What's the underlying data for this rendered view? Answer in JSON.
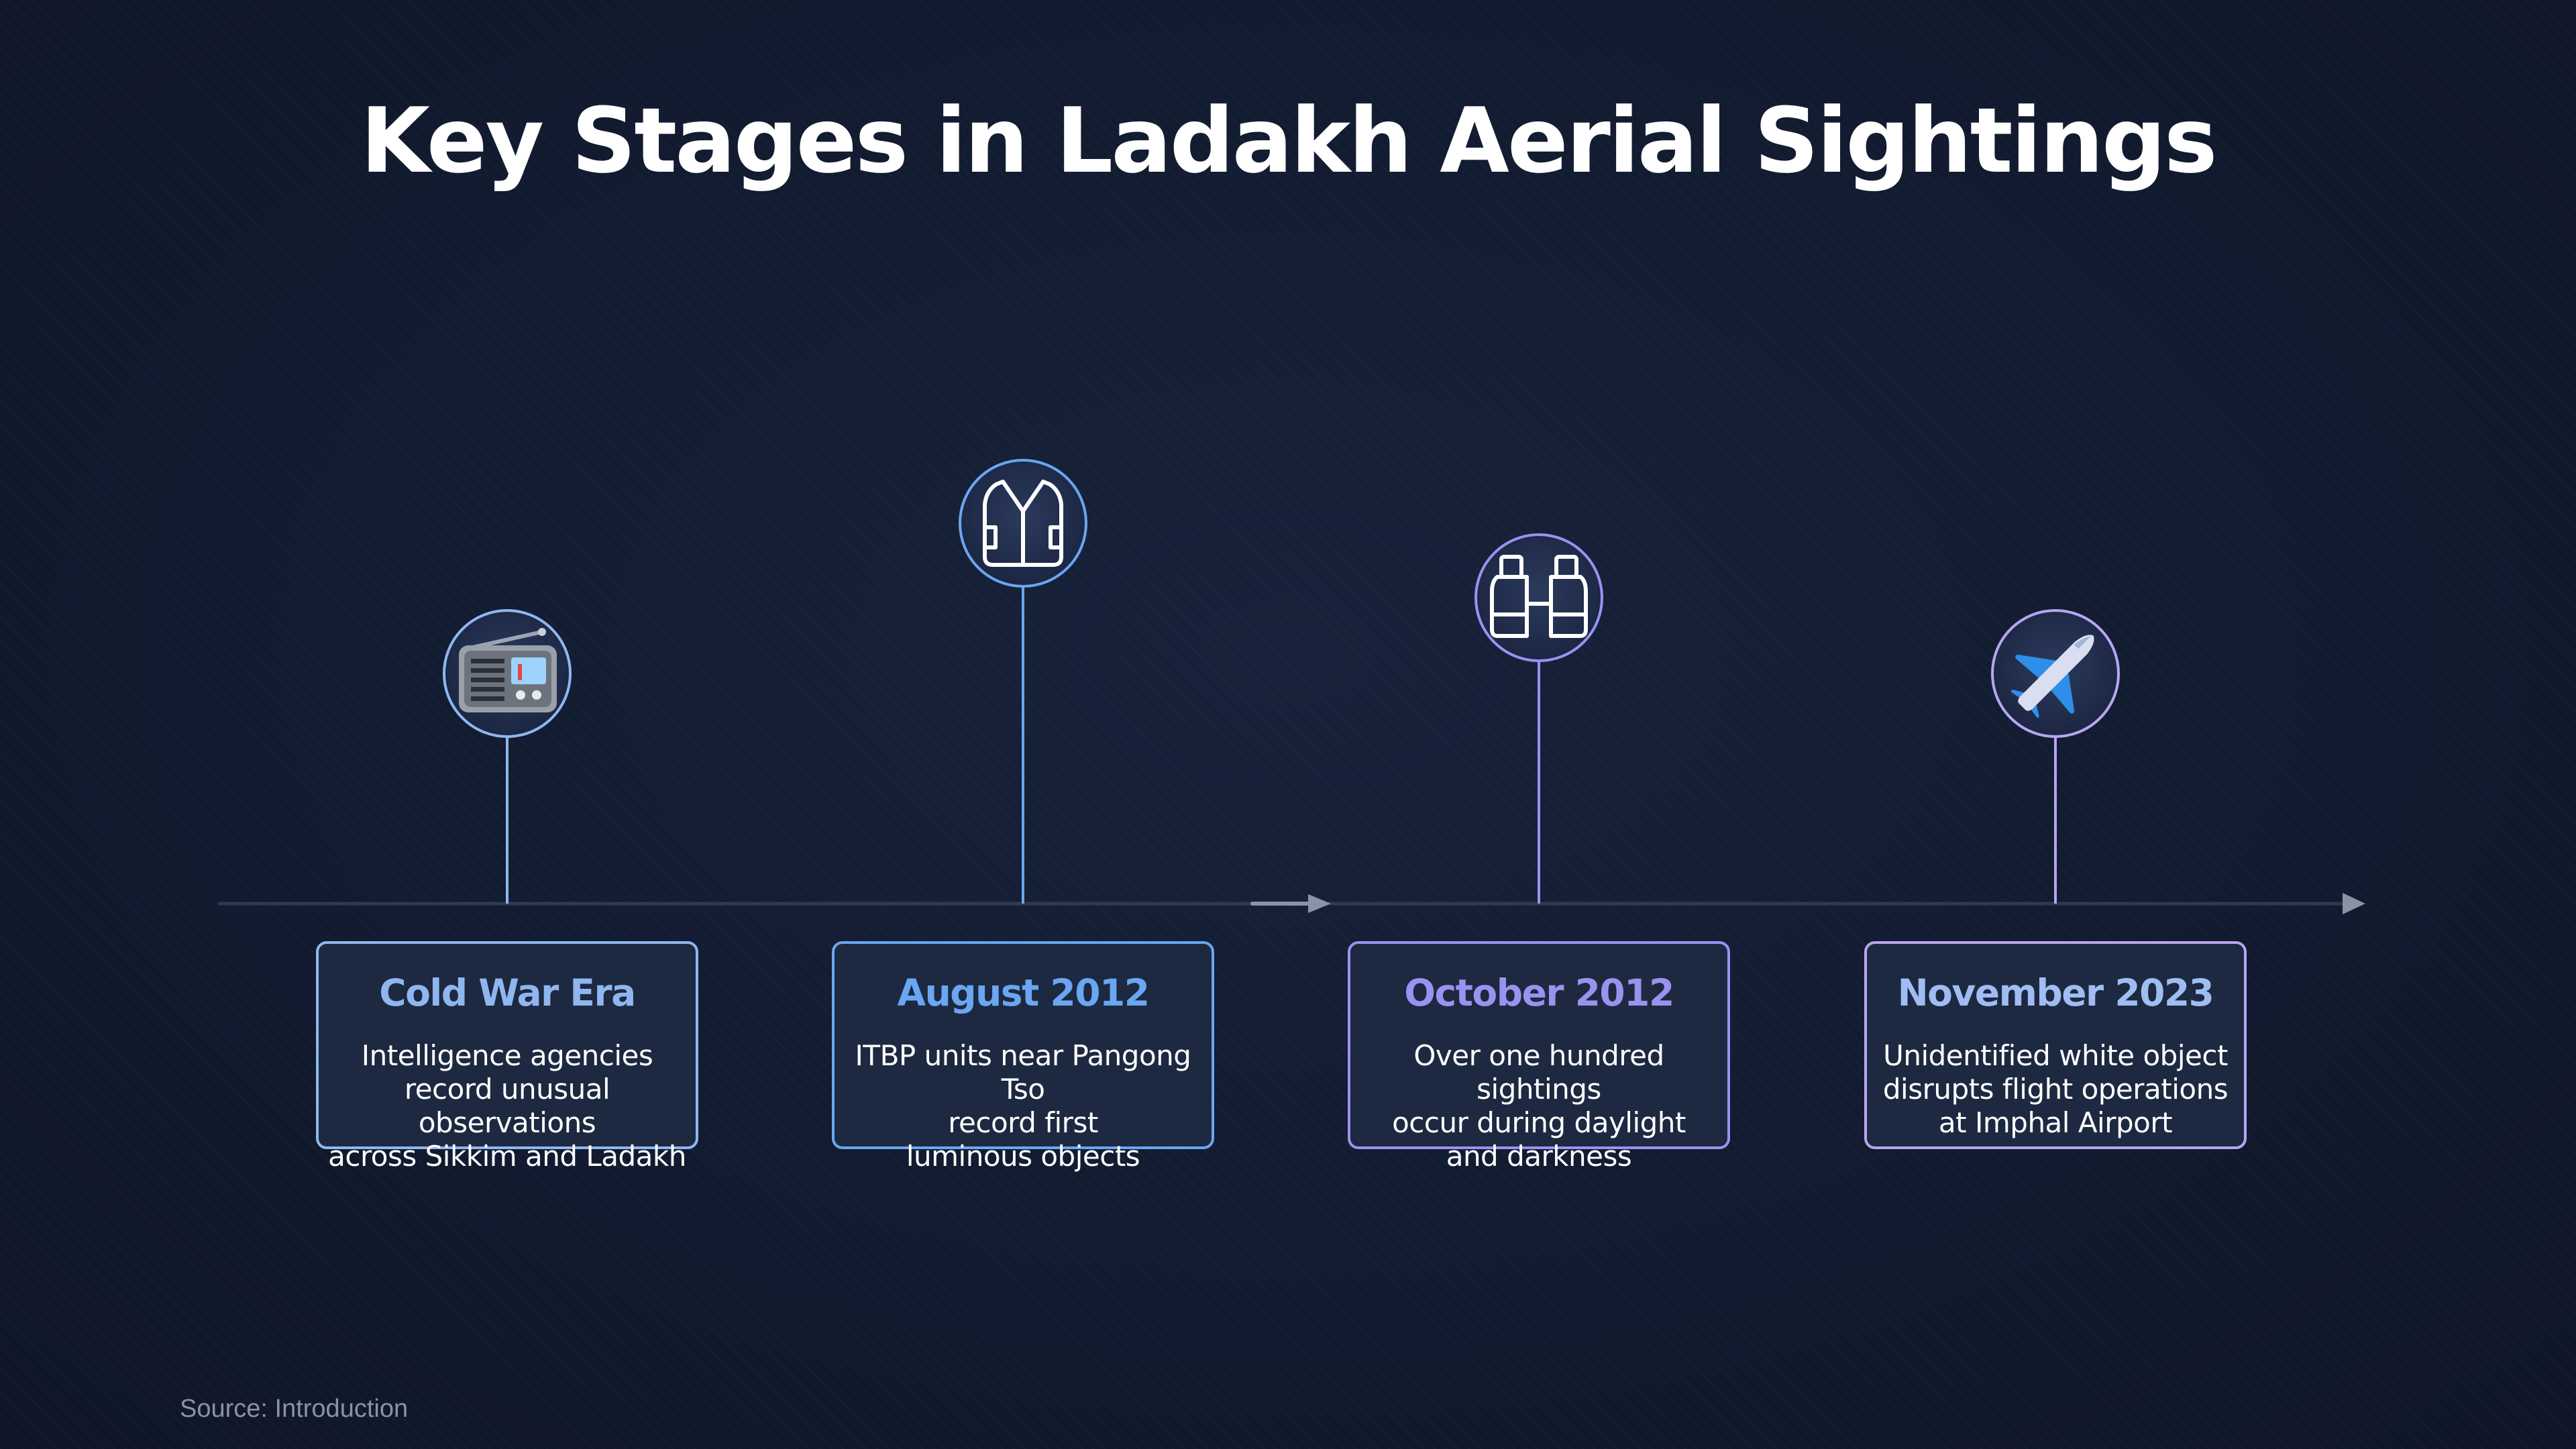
{
  "title": "Key Stages in Ladakh Aerial Sightings",
  "source": "Source: Introduction",
  "colors": {
    "background": "#111a2e",
    "axis": "#2e3a52",
    "card_background": "#1d2940",
    "blue": "#6aa6f2",
    "light_blue": "#8fb6f0",
    "purple": "#9a92f0",
    "lavender": "#b7a6f2"
  },
  "stages": [
    {
      "title": "Cold War Era",
      "description": "Intelligence agencies\nrecord unusual observations\nacross Sikkim and Ladakh",
      "icon": "radio-icon",
      "accent": "#8fb6f0"
    },
    {
      "title": "August 2012",
      "description": "ITBP units near Pangong Tso\nrecord first\nluminous objects",
      "icon": "vest-icon",
      "accent": "#6aa6f2"
    },
    {
      "title": "October 2012",
      "description": "Over one hundred sightings\noccur during daylight\nand darkness",
      "icon": "binoculars-icon",
      "accent": "#9a92f0"
    },
    {
      "title": "November 2023",
      "description": "Unidentified white object\ndisrupts flight operations\nat Imphal Airport",
      "icon": "airplane-icon",
      "accent": "#b7a6f2"
    }
  ]
}
